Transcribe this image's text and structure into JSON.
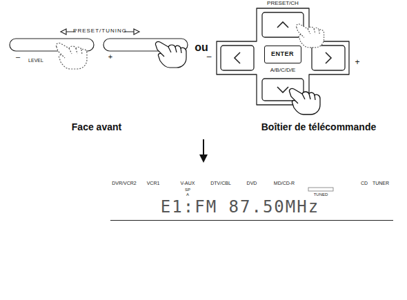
{
  "diagram": {
    "nodes": [
      {
        "text": [
          "ENTER"
        ]
      },
      {
        "text": [
          "DVR/VCR2",
          "VCR1",
          "V-AUX",
          "DTV/CBL",
          "DVD",
          "MD/CD-R",
          "TUNED",
          "CD",
          "TUNER",
          "SP",
          "A",
          "E1:FM 87.50MHz"
        ]
      }
    ],
    "labels": [
      "PRESET/TUNING",
      "–",
      "LEVEL",
      "+",
      "ou",
      "PRESET/CH",
      "–",
      "+",
      "A/B/C/D/E",
      "Face avant",
      "Boîtier de télécommande"
    ]
  }
}
